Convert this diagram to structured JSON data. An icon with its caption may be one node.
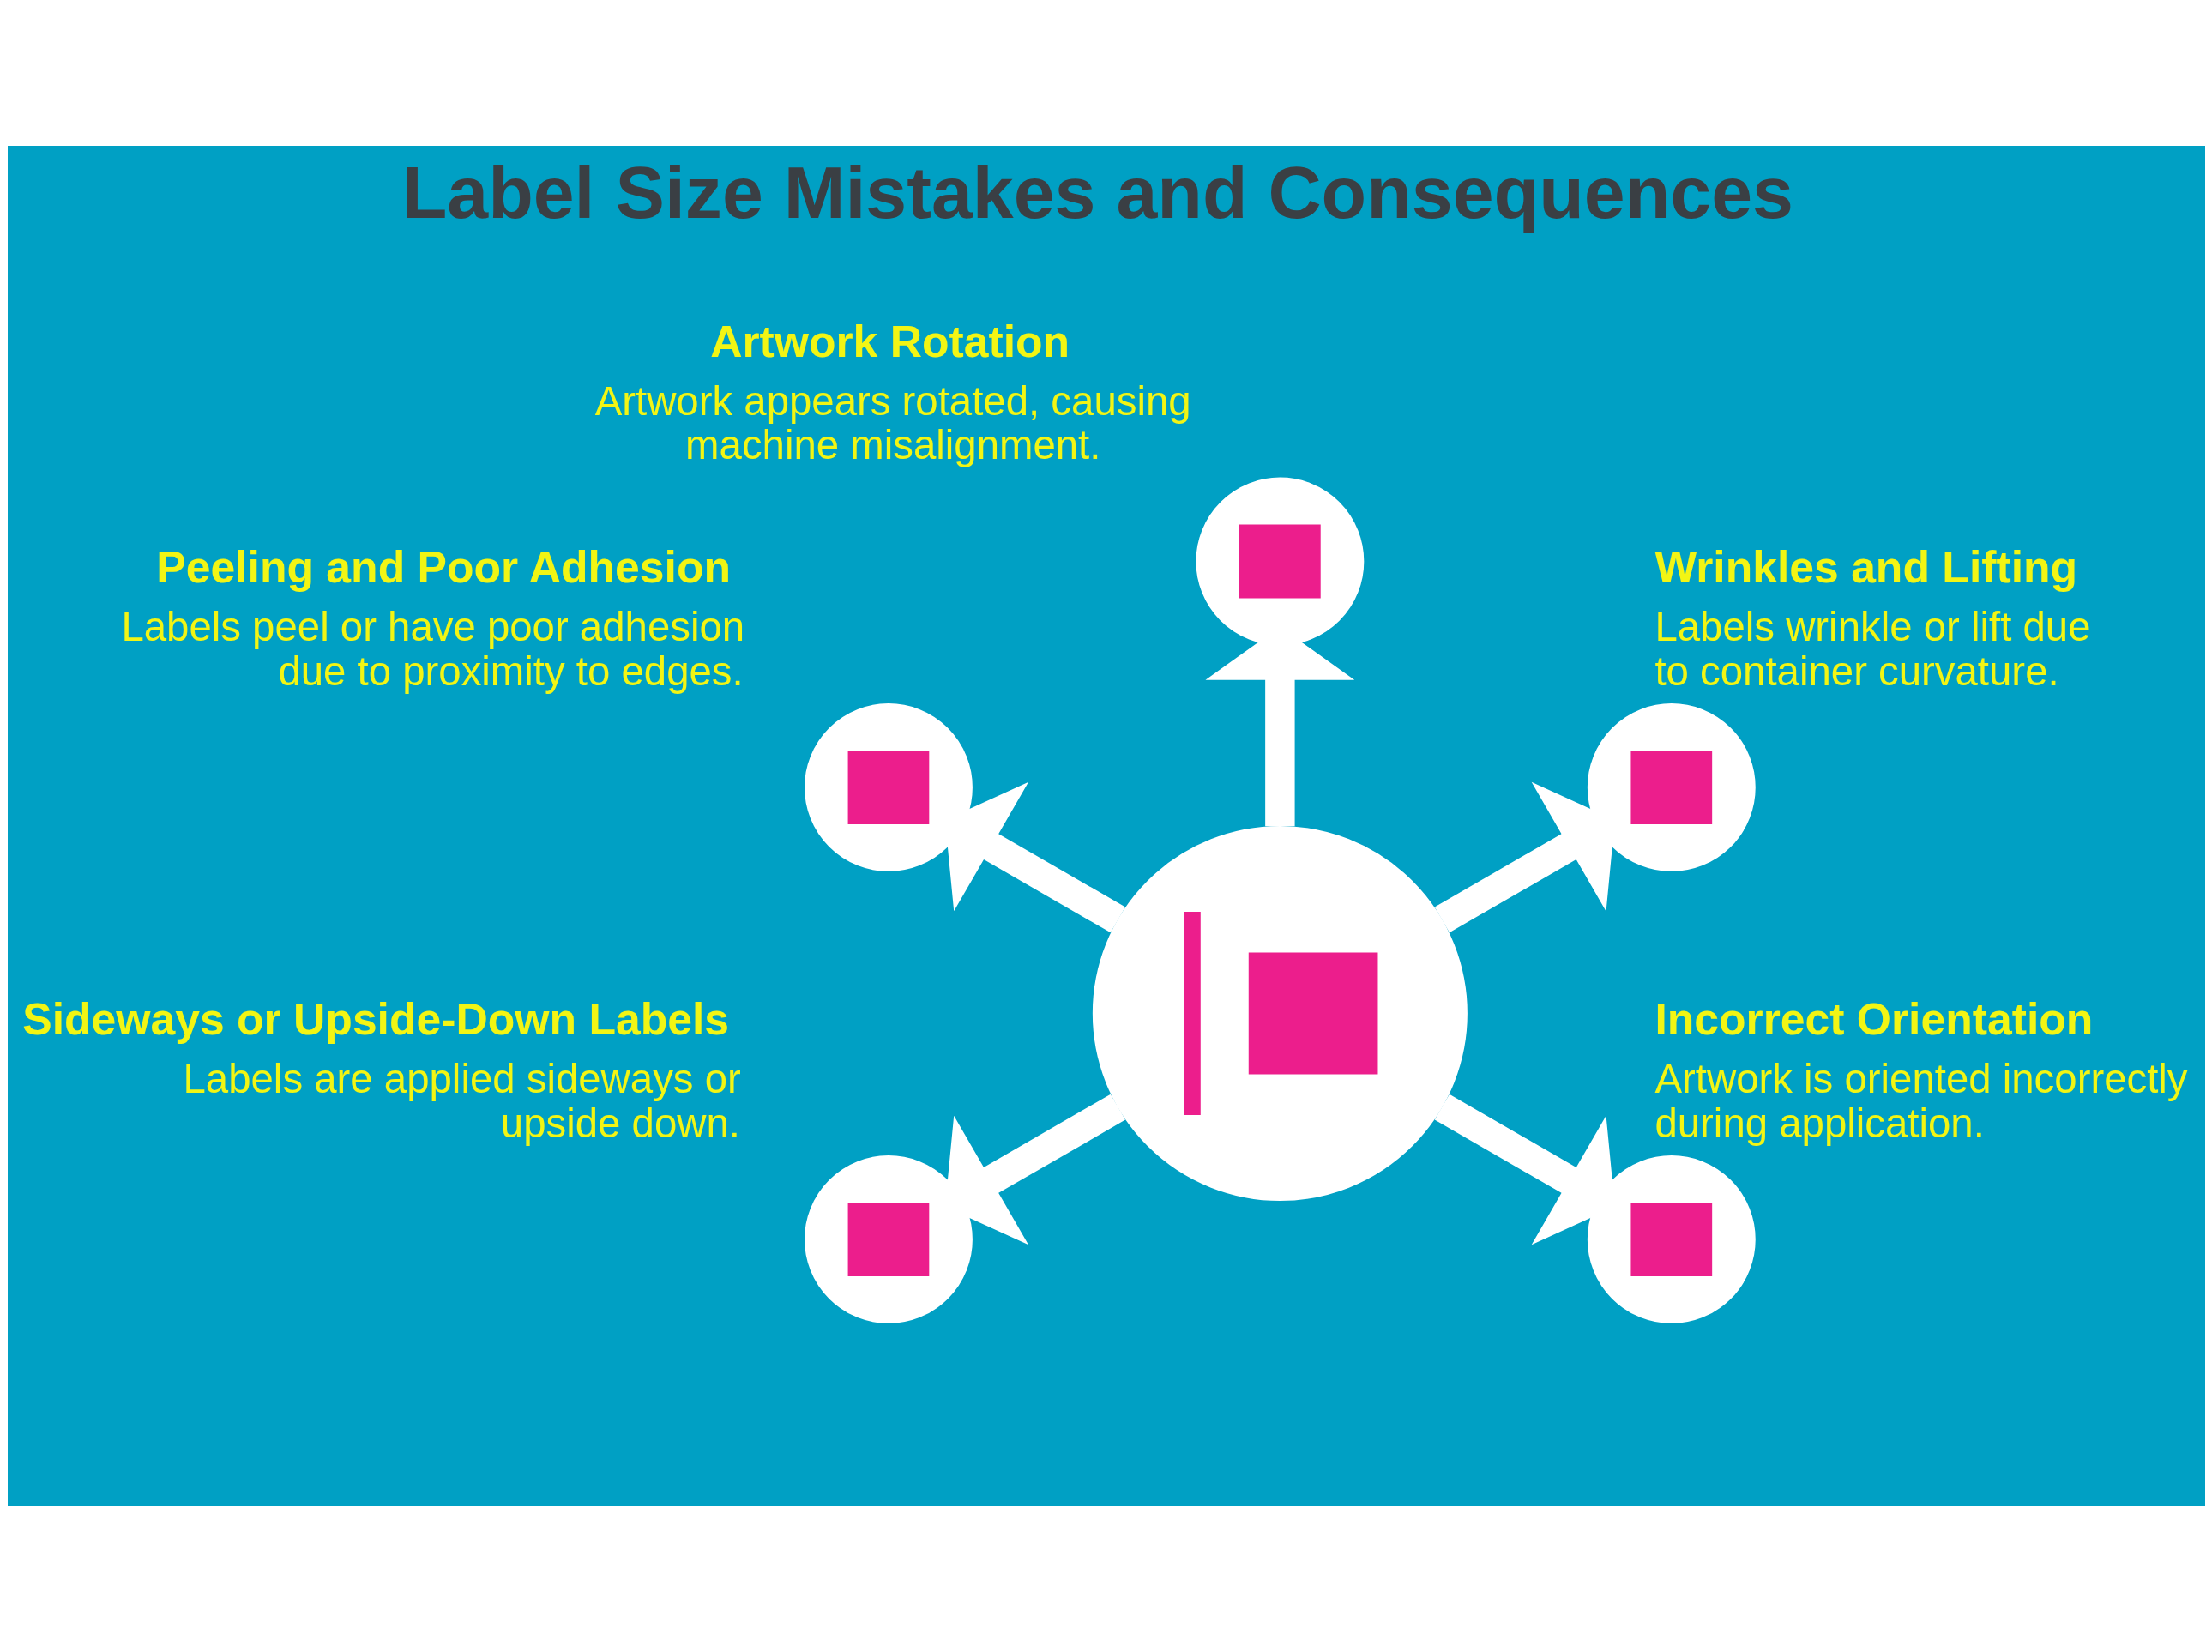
{
  "diagram": {
    "title": "Label Size Mistakes and Consequences",
    "nodes": [
      {
        "text": [
          "Artwork Rotation",
          "Artwork appears rotated, causing machine misalignment."
        ]
      },
      {
        "text": [
          "Peeling and Poor Adhesion",
          "Labels peel or have poor adhesion due to proximity to edges."
        ]
      },
      {
        "text": [
          "Wrinkles and Lifting",
          "Labels wrinkle or lift due to container curvature."
        ]
      },
      {
        "text": [],
        "shape": "circle"
      },
      {
        "text": [
          "Sideways or Upside-Down Labels",
          "Labels are applied sideways or upside down."
        ]
      },
      {
        "text": [
          "Incorrect Orientation",
          "Artwork is oriented incorrectly during application."
        ]
      }
    ],
    "edges": [
      {
        "from": 3,
        "to": 0,
        "arrow": "to"
      },
      {
        "from": 3,
        "to": 1,
        "arrow": "to"
      },
      {
        "from": 3,
        "to": 2,
        "arrow": "to"
      },
      {
        "from": 3,
        "to": 4,
        "arrow": "to"
      },
      {
        "from": 3,
        "to": 5,
        "arrow": "to"
      }
    ]
  }
}
